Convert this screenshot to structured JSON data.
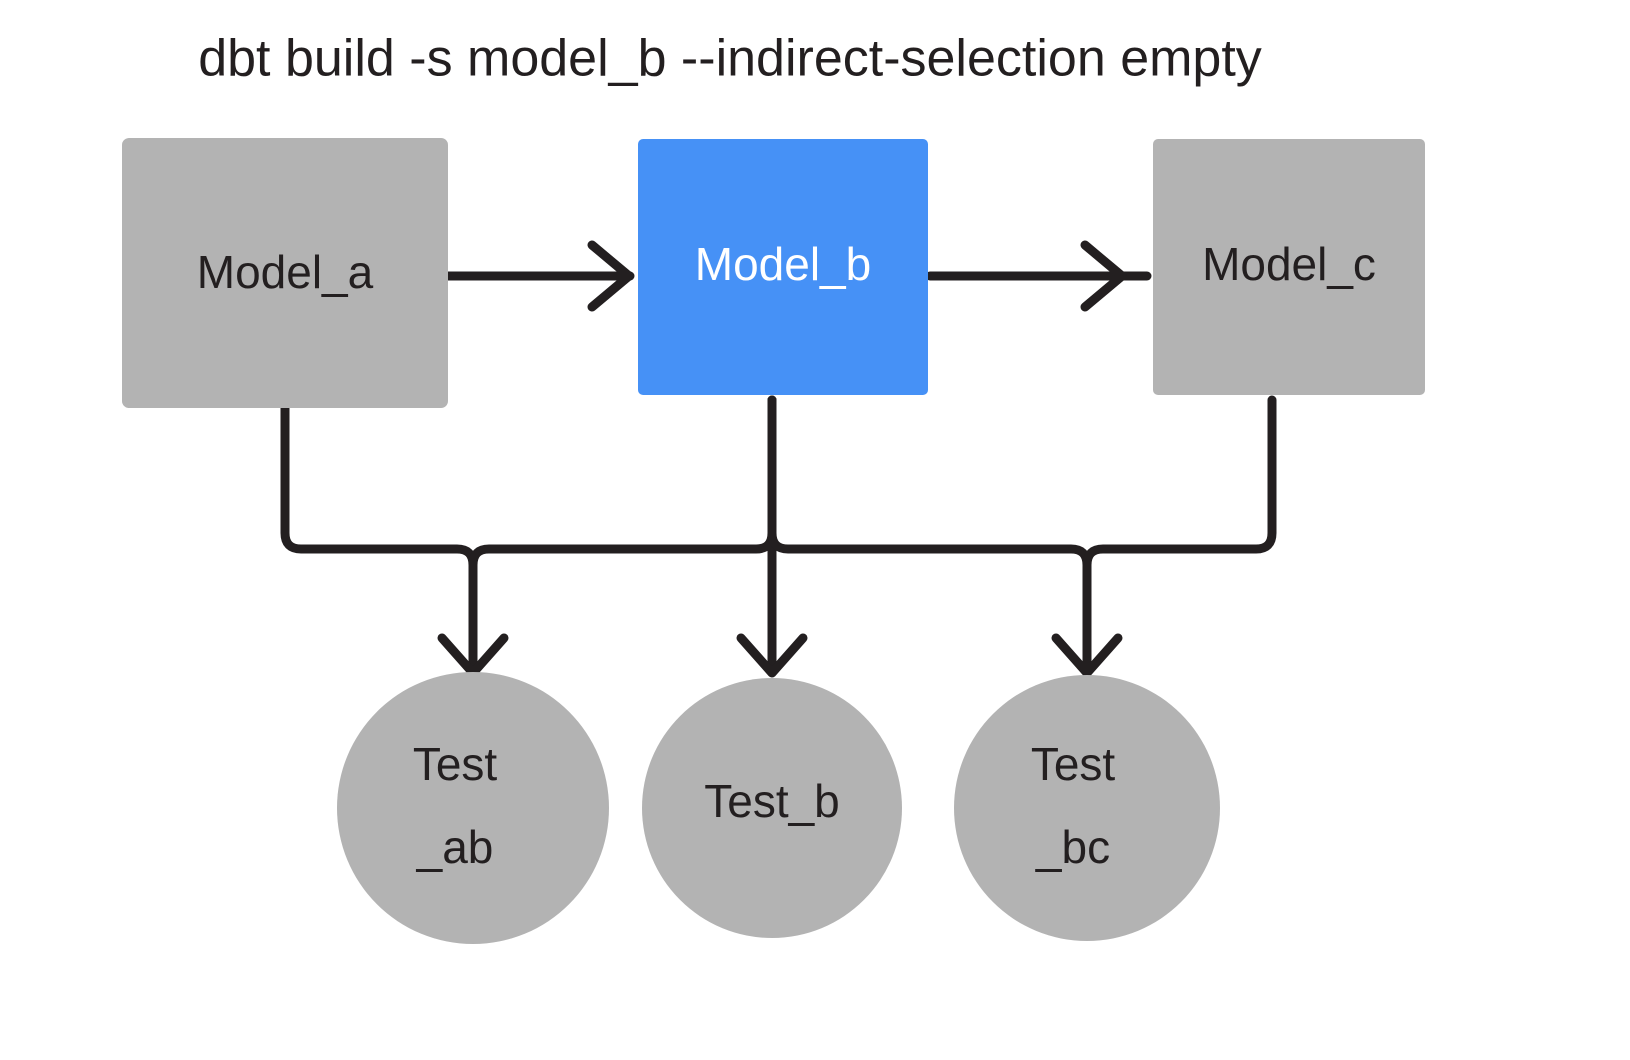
{
  "title": "dbt build -s model_b --indirect-selection empty",
  "colors": {
    "background": "#ffffff",
    "node_gray": "#b3b3b3",
    "node_selected_blue": "#4691f6",
    "text_dark": "#231f20",
    "text_light": "#ffffff",
    "edge": "#231f20"
  },
  "models": [
    {
      "id": "model_a",
      "label": "Model_a",
      "shape": "rectangle",
      "fill": "#b3b3b3",
      "text_color": "#231f20",
      "selected": false
    },
    {
      "id": "model_b",
      "label": "Model_b",
      "shape": "rectangle",
      "fill": "#4691f6",
      "text_color": "#ffffff",
      "selected": true
    },
    {
      "id": "model_c",
      "label": "Model_c",
      "shape": "rectangle",
      "fill": "#b3b3b3",
      "text_color": "#231f20",
      "selected": false
    }
  ],
  "tests": [
    {
      "id": "test_ab",
      "label": "Test_ab",
      "line1": "Test",
      "line2": "_ab",
      "shape": "circle",
      "fill": "#b3b3b3",
      "selected": false
    },
    {
      "id": "test_b",
      "label": "Test_b",
      "line1": "Test_b",
      "line2": "",
      "shape": "circle",
      "fill": "#b3b3b3",
      "selected": false
    },
    {
      "id": "test_bc",
      "label": "Test_bc",
      "line1": "Test",
      "line2": "_bc",
      "shape": "circle",
      "fill": "#b3b3b3",
      "selected": false
    }
  ],
  "edges": [
    {
      "id": "edge-model-a-to-model-b",
      "from": "model_a",
      "to": "model_b",
      "style": "straight-arrow"
    },
    {
      "id": "edge-model-b-to-model-c",
      "from": "model_b",
      "to": "model_c",
      "style": "straight-arrow"
    },
    {
      "id": "edge-model-a-to-test-ab",
      "from": "model_a",
      "to": "test_ab",
      "style": "elbow-arrow"
    },
    {
      "id": "edge-model-b-to-test-ab",
      "from": "model_b",
      "to": "test_ab",
      "style": "elbow-arrow"
    },
    {
      "id": "edge-model-b-to-test-b",
      "from": "model_b",
      "to": "test_b",
      "style": "straight-arrow"
    },
    {
      "id": "edge-model-b-to-test-bc",
      "from": "model_b",
      "to": "test_bc",
      "style": "elbow-arrow"
    },
    {
      "id": "edge-model-c-to-test-bc",
      "from": "model_c",
      "to": "test_bc",
      "style": "elbow-arrow"
    }
  ]
}
